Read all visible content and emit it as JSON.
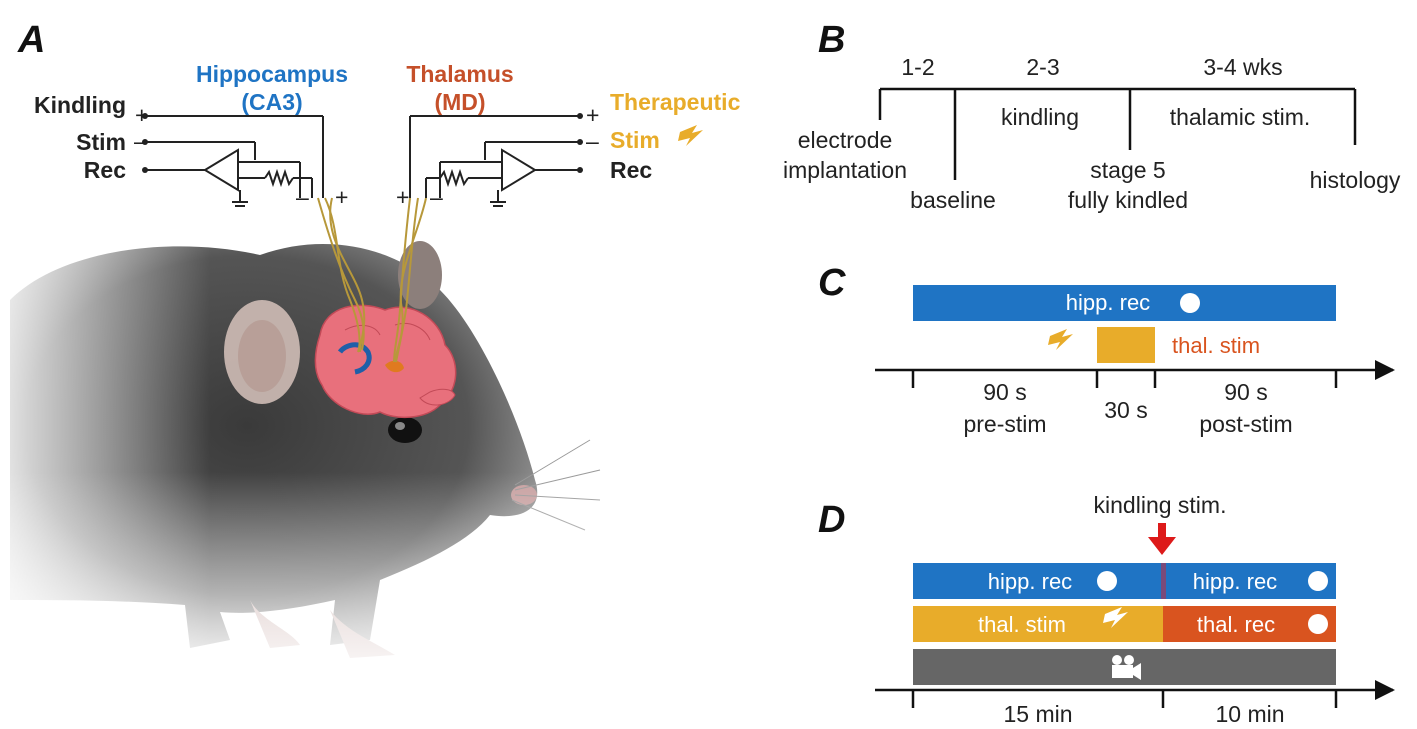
{
  "colors": {
    "hippocampus": "#1f74c4",
    "thalamus_label": "#c5502a",
    "therapeutic": "#e8ac2a",
    "thal_rec": "#d9541f",
    "video_bar": "#666666",
    "kindling_arrow": "#dd1a1a",
    "brain": "#e8707c"
  },
  "panel_a": {
    "letter": "A",
    "hippocampus_label": "Hippocampus",
    "hippocampus_sub": "(CA3)",
    "thalamus_label": "Thalamus",
    "thalamus_sub": "(MD)",
    "left_lines": [
      "Kindling",
      "Stim",
      "Rec"
    ],
    "right_lines": [
      "Therapeutic",
      "Stim",
      "Rec"
    ],
    "plus": "+",
    "minus": "–"
  },
  "panel_b": {
    "letter": "B",
    "durations": [
      "1-2",
      "2-3",
      "3-4 wks"
    ],
    "phases": [
      "kindling",
      "thalamic stim."
    ],
    "events": [
      "electrode",
      "implantation",
      "baseline",
      "stage 5",
      "fully kindled",
      "histology"
    ]
  },
  "panel_c": {
    "letter": "C",
    "hipp_bar_label": "hipp. rec",
    "thal_stim_label": "thal. stim",
    "pre_time": "90 s",
    "pre_label": "pre-stim",
    "stim_time": "30 s",
    "post_time": "90 s",
    "post_label": "post-stim"
  },
  "panel_d": {
    "letter": "D",
    "arrow_label": "kindling stim.",
    "hipp_left": "hipp. rec",
    "hipp_right": "hipp. rec",
    "thal_stim": "thal. stim",
    "thal_rec": "thal. rec",
    "time_left": "15 min",
    "time_right": "10 min"
  }
}
